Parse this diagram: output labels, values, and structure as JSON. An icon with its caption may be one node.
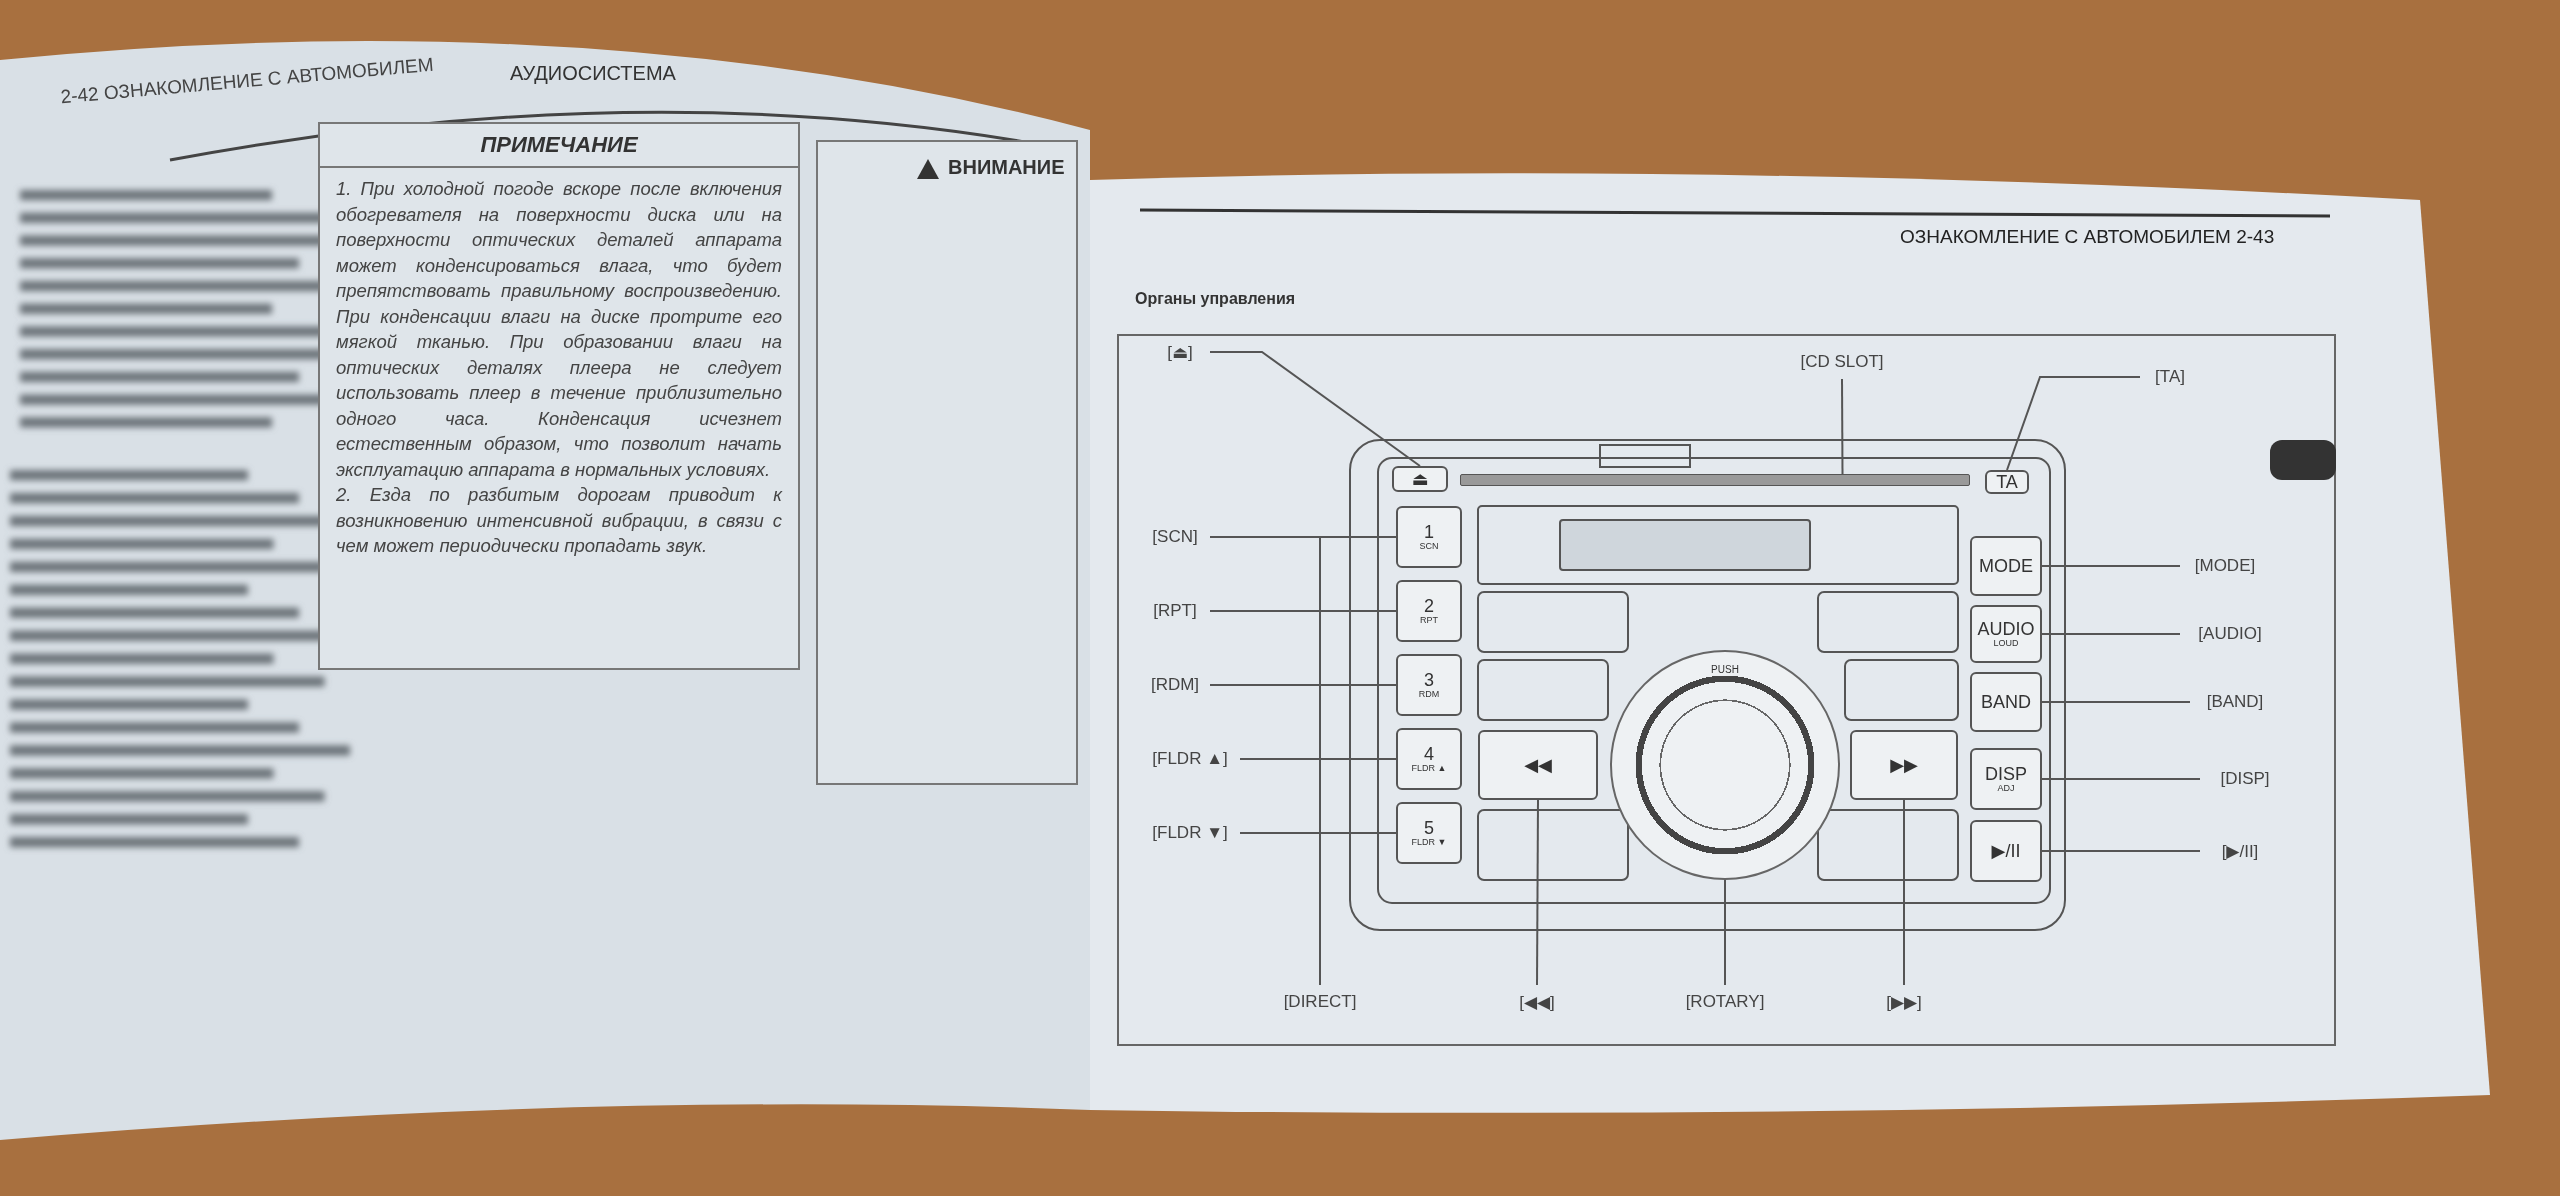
{
  "diagram": {
    "nodes": [
      {
        "text": [
          "ПРИМЕЧАНИЕ",
          "1. При холодной погоде вскоре после включения обогревателя на поверхности диска или на поверхности оптических деталей аппарата может конденсироваться влага, что будет препятствовать правильному воспроизведению. При конденсации влаги на диске протрите его мягкой тканью. При образовании влаги на оптических деталях плеера не следует использовать плеер в течение приблизительно одного часа. Конденсация исчезнет естественным образом, что позволит начать эксплуатацию аппарата в нормальных условиях.",
          "2. Езда по разбитым дорогам приводит к возникновению интенсивной вибрации, в связи с чем может периодически пропадать звук."
        ]
      },
      {
        "text": [
          "ВНИМАНИЕ"
        ]
      },
      {
        "text": [
          "[⏏]"
        ]
      },
      {
        "text": [
          "[CD SLOT]"
        ]
      },
      {
        "text": [
          "[TA]"
        ]
      },
      {
        "text": [
          "⏏"
        ]
      },
      {
        "text": [],
        "shape": "bar"
      },
      {
        "text": [
          "TA"
        ]
      },
      {
        "text": [
          "[SCN]"
        ]
      },
      {
        "text": [
          "1",
          "SCN"
        ]
      },
      {
        "text": [
          "MODE"
        ]
      },
      {
        "text": [
          "[MODE]"
        ]
      },
      {
        "text": [
          "[RPT]"
        ]
      },
      {
        "text": [
          "2",
          "RPT"
        ]
      },
      {
        "text": [
          "AUDIO",
          "LOUD"
        ]
      },
      {
        "text": [
          "[AUDIO]"
        ]
      },
      {
        "text": [
          "[RDM]"
        ]
      },
      {
        "text": [
          "3",
          "RDM"
        ]
      },
      {
        "text": [
          "BAND"
        ]
      },
      {
        "text": [
          "[BAND]"
        ]
      },
      {
        "text": [
          "[FLDR ▲]"
        ]
      },
      {
        "text": [
          "4",
          "FLDR ▲"
        ]
      },
      {
        "text": [
          "◀◀"
        ]
      },
      {
        "text": [
          "PUSH"
        ]
      },
      {
        "text": [
          "▶▶"
        ]
      },
      {
        "text": [
          "DISP",
          "ADJ"
        ]
      },
      {
        "text": [
          "[DISP]"
        ]
      },
      {
        "text": [
          "[FLDR ▼]"
        ]
      },
      {
        "text": [
          "5",
          "FLDR ▼"
        ]
      },
      {
        "text": [
          "▶/II"
        ]
      },
      {
        "text": [
          "[▶/II]"
        ]
      },
      {
        "text": [
          "[DIRECT]"
        ]
      },
      {
        "text": [
          "[◀◀]"
        ]
      },
      {
        "text": [
          "[ROTARY]"
        ]
      },
      {
        "text": [
          "[▶▶]"
        ]
      }
    ],
    "edges": [
      {
        "from": 2,
        "to": 5,
        "arrow": "none"
      },
      {
        "from": 3,
        "to": 6,
        "arrow": "none"
      },
      {
        "from": 4,
        "to": 7,
        "arrow": "none"
      },
      {
        "from": 8,
        "to": 9,
        "arrow": "none"
      },
      {
        "from": 11,
        "to": 10,
        "arrow": "none"
      },
      {
        "from": 12,
        "to": 13,
        "arrow": "none"
      },
      {
        "from": 15,
        "to": 14,
        "arrow": "none"
      },
      {
        "from": 16,
        "to": 17,
        "arrow": "none"
      },
      {
        "from": 19,
        "to": 18,
        "arrow": "none"
      },
      {
        "from": 20,
        "to": 21,
        "arrow": "none"
      },
      {
        "from": 26,
        "to": 25,
        "arrow": "none"
      },
      {
        "from": 27,
        "to": 28,
        "arrow": "none"
      },
      {
        "from": 30,
        "to": 29,
        "arrow": "none"
      },
      {
        "from": 31,
        "to": null,
        "arrow": "none"
      },
      {
        "from": 32,
        "to": 22,
        "arrow": "none"
      },
      {
        "from": 33,
        "to": 23,
        "arrow": "none"
      },
      {
        "from": 34,
        "to": 24,
        "arrow": "none"
      }
    ],
    "labels": [
      "2-42 ОЗНАКОМЛЕНИЕ С АВТОМОБИЛЕМ",
      "АУДИОСИСТЕМА",
      "ОЗНАКОМЛЕНИЕ С АВТОМОБИЛЕМ 2-43",
      "Органы управления"
    ]
  }
}
